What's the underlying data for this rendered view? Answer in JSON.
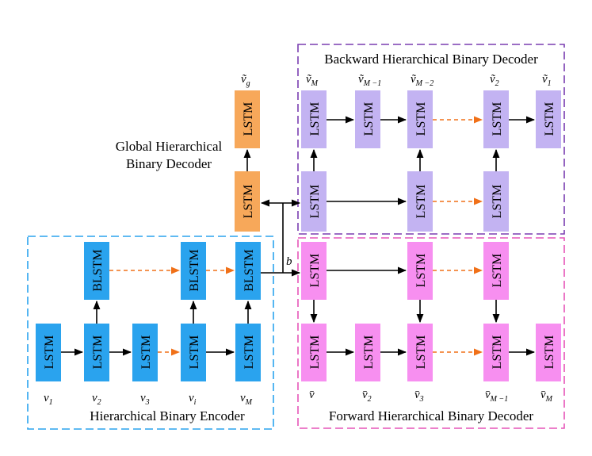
{
  "colors": {
    "encoder": "#2aa3ee",
    "global": "#f7a85a",
    "backward": "#c3b3f2",
    "forward": "#f78ff0",
    "encoder_border": "#2aa3ee",
    "backward_border": "#7a3db0",
    "forward_border": "#e655b8",
    "dashed_arrow": "#f07018",
    "arrow": "#000000"
  },
  "labels": {
    "lstm": "LSTM",
    "blstm": "BLSTM",
    "encoder_title": "Hierarchical Binary Encoder",
    "backward_title": "Backward Hierarchical Binary Decoder",
    "forward_title": "Forward Hierarchical Binary Decoder",
    "global_title_line1": "Global Hierarchical",
    "global_title_line2": "Binary Decoder",
    "b": "b",
    "v_g": "ṽ",
    "v_g_sub": "g"
  },
  "encoder_inputs": [
    {
      "v": "v",
      "sub": "1"
    },
    {
      "v": "v",
      "sub": "2"
    },
    {
      "v": "v",
      "sub": "3"
    },
    {
      "v": "v",
      "sub": "i"
    },
    {
      "v": "v",
      "sub": "M"
    }
  ],
  "backward_outputs": [
    {
      "v": "ṽ",
      "sub": "M"
    },
    {
      "v": "ṽ",
      "sub": "M −1"
    },
    {
      "v": "ṽ",
      "sub": "M −2"
    },
    {
      "v": "ṽ",
      "sub": "2"
    },
    {
      "v": "ṽ",
      "sub": "1"
    }
  ],
  "forward_outputs": [
    {
      "v": "v̄",
      "sub": ""
    },
    {
      "v": "v̄",
      "sub": "2"
    },
    {
      "v": "v̄",
      "sub": "3"
    },
    {
      "v": "v̄",
      "sub": "M −1"
    },
    {
      "v": "v̄",
      "sub": "M"
    }
  ]
}
